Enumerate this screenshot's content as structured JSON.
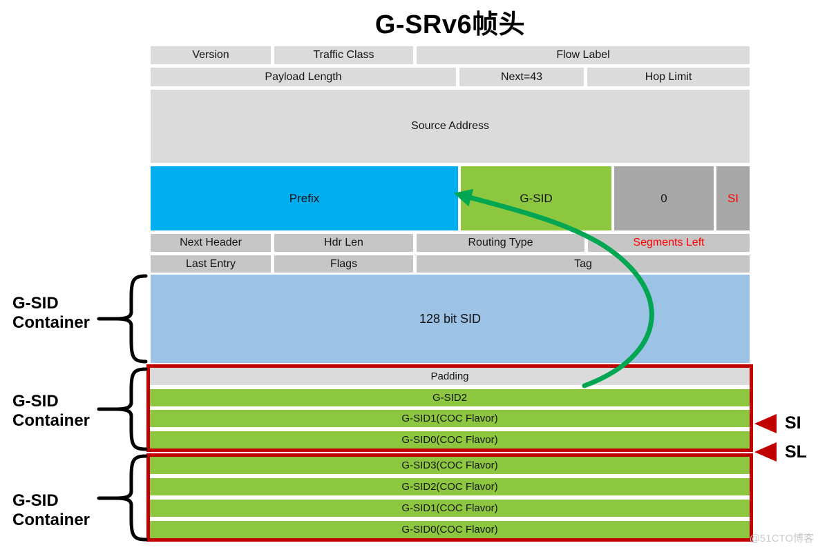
{
  "title": "G-SRv6帧头",
  "header": {
    "row1": [
      "Version",
      "Traffic Class",
      "Flow Label"
    ],
    "row2": [
      "Payload Length",
      "Next=43",
      "Hop Limit"
    ],
    "row3": "Source Address",
    "row4": [
      "Prefix",
      "G-SID",
      "0",
      "SI"
    ],
    "row5": [
      "Next Header",
      "Hdr Len",
      "Routing Type",
      "Segments Left"
    ],
    "row6": [
      "Last Entry",
      "Flags",
      "Tag"
    ],
    "row7": "128 bit SID"
  },
  "box1": {
    "rows": [
      "Padding",
      "G-SID2",
      "G-SID1(COC Flavor)",
      "G-SID0(COC Flavor)"
    ]
  },
  "box2": {
    "rows": [
      "G-SID3(COC Flavor)",
      "G-SID2(COC Flavor)",
      "G-SID1(COC Flavor)",
      "G-SID0(COC Flavor)"
    ]
  },
  "containers": [
    {
      "line1": "G-SID",
      "line2": "Container"
    },
    {
      "line1": "G-SID",
      "line2": "Container"
    },
    {
      "line1": "G-SID",
      "line2": "Container"
    }
  ],
  "markers": {
    "si": "SI",
    "sl": "SL"
  },
  "watermark": "@51CTO博客",
  "colors": {
    "prefix_blue": "#00aeef",
    "gsid_green": "#8dc63f",
    "sid_light_blue": "#9cc2e5",
    "light_gray": "#dbdbdb",
    "mid_gray": "#c6c6c6",
    "dark_gray": "#a7a7a7",
    "red_border": "#c00000",
    "red_text": "#ff0000",
    "arrow_green": "#00a651"
  }
}
